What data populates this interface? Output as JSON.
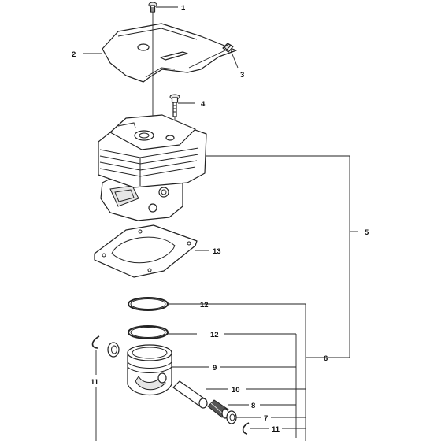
{
  "callouts": {
    "c1": "1",
    "c2": "2",
    "c3": "3",
    "c4": "4",
    "c5": "5",
    "c6": "6",
    "c7": "7",
    "c8": "8",
    "c9": "9",
    "c10": "10",
    "c11_left": "11",
    "c11_right": "11",
    "c12_top": "12",
    "c12_mid": "12",
    "c13": "13"
  }
}
